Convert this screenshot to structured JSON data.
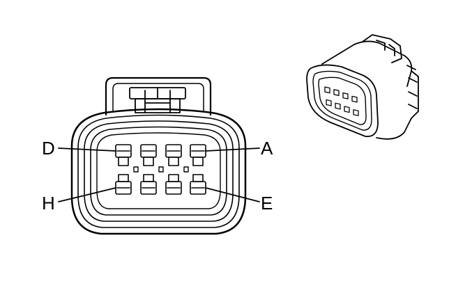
{
  "labels": {
    "pin_a": "A",
    "pin_d": "D",
    "pin_e": "E",
    "pin_h": "H"
  },
  "colors": {
    "stroke": "#000000",
    "background": "#ffffff"
  }
}
